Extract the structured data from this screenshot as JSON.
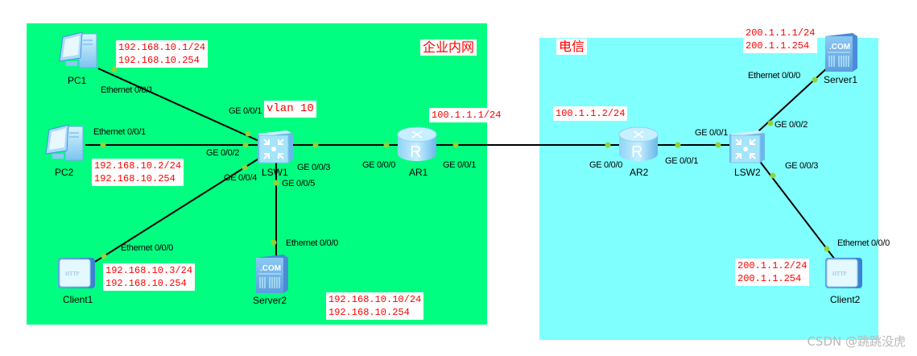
{
  "zones": {
    "enterprise": {
      "title": "企业内网",
      "color": "#00ff80"
    },
    "telecom": {
      "title": "电信",
      "color": "#80ffff"
    }
  },
  "devices": {
    "pc1": {
      "name": "PC1",
      "type": "pc"
    },
    "pc2": {
      "name": "PC2",
      "type": "pc"
    },
    "client1": {
      "name": "Client1",
      "type": "http-client"
    },
    "server2": {
      "name": "Server2",
      "type": "server"
    },
    "lsw1": {
      "name": "LSW1",
      "type": "switch"
    },
    "ar1": {
      "name": "AR1",
      "type": "router"
    },
    "ar2": {
      "name": "AR2",
      "type": "router"
    },
    "lsw2": {
      "name": "LSW2",
      "type": "switch"
    },
    "server1": {
      "name": "Server1",
      "type": "server"
    },
    "client2": {
      "name": "Client2",
      "type": "http-client"
    }
  },
  "ports": {
    "pc1_eth": "Ethernet 0/0/1",
    "pc2_eth": "Ethernet 0/0/1",
    "client1_eth": "Ethernet 0/0/0",
    "server2_eth": "Ethernet 0/0/0",
    "lsw1_ge1": "GE 0/0/1",
    "lsw1_ge2": "GE 0/0/2",
    "lsw1_ge3": "GE 0/0/3",
    "lsw1_ge4": "GE 0/0/4",
    "lsw1_ge5": "GE 0/0/5",
    "ar1_ge0": "GE 0/0/0",
    "ar1_ge1": "GE 0/0/1",
    "ar2_ge0": "GE 0/0/0",
    "ar2_ge1": "GE 0/0/1",
    "lsw2_ge1": "GE 0/0/1",
    "lsw2_ge2": "GE 0/0/2",
    "lsw2_ge3": "GE 0/0/3",
    "server1_eth": "Ethernet 0/0/0",
    "client2_eth": "Ethernet 0/0/0"
  },
  "annotations": {
    "pc1_ip": "192.168.10.1/24\n192.168.10.254",
    "pc2_ip": "192.168.10.2/24\n192.168.10.254",
    "client1_ip": "192.168.10.3/24\n192.168.10.254",
    "server2_ip": "192.168.10.10/24\n192.168.10.254",
    "vlan": "vlan 10",
    "ar1_ip": "100.1.1.1/24",
    "ar2_ip": "100.1.1.2/24",
    "server1_ip": "200.1.1.1/24\n200.1.1.254",
    "client2_ip": "200.1.1.2/24\n200.1.1.254"
  },
  "watermark": "CSDN @跳跳没虎"
}
